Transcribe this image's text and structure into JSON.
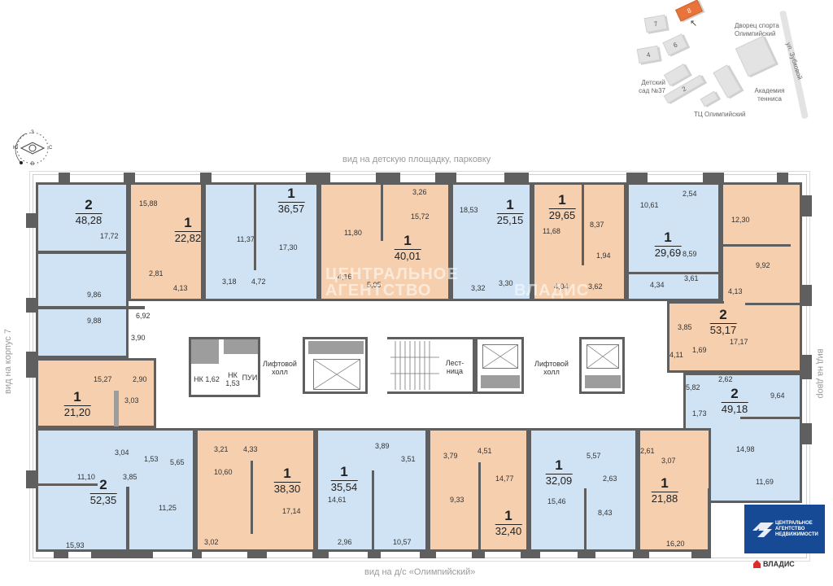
{
  "views": {
    "top": "вид на детскую площадку, парковку",
    "bottom": "вид на д/с «Олимпийский»",
    "left": "вид на корпус 7",
    "right": "вид на двор"
  },
  "compass": {
    "north": "С",
    "south": "Ю",
    "west": "З",
    "east": "В"
  },
  "site_map": {
    "buildings": [
      {
        "id": "8",
        "highlighted": true
      },
      {
        "id": "7"
      },
      {
        "id": "6"
      },
      {
        "id": "4"
      },
      {
        "id": "2"
      }
    ],
    "labels": {
      "palace": "Дворец спорта Олимпийский",
      "street": "ул. Зубковой",
      "kindergarten": "Детский сад №37",
      "tennis": "Академия тенниса",
      "mall": "ТЦ Олимпийский"
    },
    "highlight_color": "#e8743b"
  },
  "colors": {
    "one_room": "#f6cfae",
    "two_room_blue": "#cfe3f5",
    "wall": "#5f5f5f",
    "brand_blue": "#174a95"
  },
  "apartments": [
    {
      "rooms": "2",
      "area": "48,28",
      "color": "blue",
      "rooms_areas": [
        "17,72",
        "9,86",
        "9,88",
        "6,92",
        "3,90"
      ]
    },
    {
      "rooms": "1",
      "area": "22,82",
      "color": "orange",
      "rooms_areas": [
        "15,88",
        "2,81",
        "4,13"
      ]
    },
    {
      "rooms": "1",
      "area": "36,57",
      "color": "blue",
      "rooms_areas": [
        "11,37",
        "17,30",
        "3,18",
        "4,72"
      ]
    },
    {
      "rooms": "1",
      "area": "40,01",
      "color": "orange",
      "rooms_areas": [
        "3,26",
        "15,72",
        "11,80",
        "4,16",
        "5,05"
      ]
    },
    {
      "rooms": "1",
      "area": "25,15",
      "color": "blue",
      "rooms_areas": [
        "18,53",
        "3,32",
        "3,30"
      ]
    },
    {
      "rooms": "1",
      "area": "29,65",
      "color": "orange",
      "rooms_areas": [
        "11,68",
        "8,37",
        "1,94",
        "4,04",
        "3,62"
      ]
    },
    {
      "rooms": "1",
      "area": "29,69",
      "color": "blue",
      "rooms_areas": [
        "10,61",
        "2,54",
        "8,59",
        "4,34",
        "3,61"
      ]
    },
    {
      "rooms": "2",
      "area": "53,17",
      "color": "orange",
      "rooms_areas": [
        "12,30",
        "9,92",
        "4,13",
        "3,85",
        "17,17",
        "4,11",
        "1,69"
      ]
    },
    {
      "rooms": "1",
      "area": "21,20",
      "color": "orange",
      "rooms_areas": [
        "15,27",
        "2,90",
        "3,03"
      ]
    },
    {
      "rooms": "2",
      "area": "49,18",
      "color": "blue",
      "rooms_areas": [
        "2,62",
        "5,82",
        "9,64",
        "1,73",
        "14,98",
        "11,69"
      ]
    },
    {
      "rooms": "2",
      "area": "52,35",
      "color": "blue",
      "rooms_areas": [
        "3,04",
        "1,53",
        "5,65",
        "11,10",
        "3,85",
        "11,25",
        "15,93"
      ]
    },
    {
      "rooms": "1",
      "area": "38,30",
      "color": "orange",
      "rooms_areas": [
        "3,21",
        "4,33",
        "10,60",
        "17,14",
        "3,02"
      ]
    },
    {
      "rooms": "1",
      "area": "35,54",
      "color": "blue",
      "rooms_areas": [
        "3,89",
        "3,51",
        "14,61",
        "2,96",
        "10,57"
      ]
    },
    {
      "rooms": "1",
      "area": "32,40",
      "color": "orange",
      "rooms_areas": [
        "3,79",
        "4,51",
        "14,77",
        "9,33"
      ]
    },
    {
      "rooms": "1",
      "area": "32,09",
      "color": "blue",
      "rooms_areas": [
        "5,57",
        "2,63",
        "15,46",
        "8,43"
      ]
    },
    {
      "rooms": "1",
      "area": "21,88",
      "color": "orange",
      "rooms_areas": [
        "2,61",
        "3,07",
        "16,20"
      ]
    }
  ],
  "core": {
    "nk1": "НК 1,62",
    "nk2_label": "НК",
    "nk2_area": "1,53",
    "pui": "ПУИ",
    "lift_hall_1": "Лифтовой холл",
    "stairs": "Лест-ница",
    "lift_hall_2": "Лифтовой холл"
  },
  "watermark": {
    "line1": "ЦЕНТРАЛЬНОЕ",
    "line2": "АГЕНТСТВО",
    "brand": "ВЛАДИС"
  },
  "logo": {
    "line1": "ЦЕНТРАЛЬНОЕ",
    "line2": "АГЕНТСТВО",
    "line3": "НЕДВИЖИМОСТИ",
    "vladis": "ВЛАДИС"
  }
}
